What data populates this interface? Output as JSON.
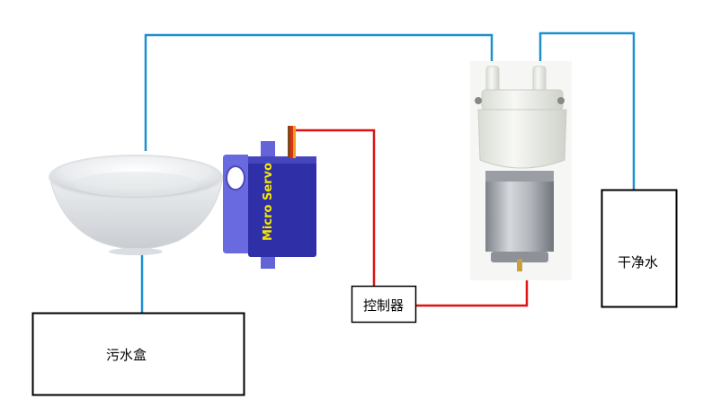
{
  "labels": {
    "dirty_water_box": "污水盒",
    "controller": "控制器",
    "clean_water": "干净水",
    "servo_text": "Micro Servo"
  },
  "colors": {
    "water_pipe": "#1e90d0",
    "signal_wire": "#e01010",
    "box_border": "#000000",
    "servo_body": "#2f2fa8",
    "servo_text": "#f5e800",
    "pump_motor": "#a8acb4",
    "pump_head": "#eef0ea"
  }
}
